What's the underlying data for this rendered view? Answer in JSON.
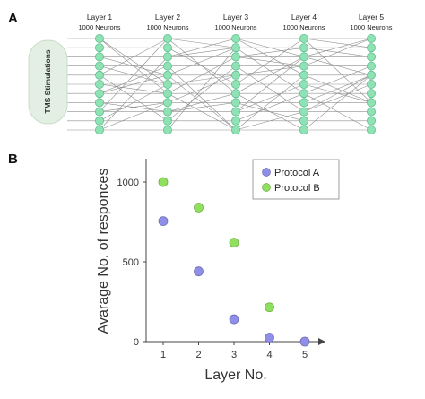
{
  "panel_a": {
    "letter": "A",
    "stimulus_label": "TMS Stimulations",
    "layers": [
      {
        "title": "Layer 1",
        "subtitle": "1000 Neurons"
      },
      {
        "title": "Layer 2",
        "subtitle": "1000 Neurons"
      },
      {
        "title": "Layer 3",
        "subtitle": "1000 Neurons"
      },
      {
        "title": "Layer 4",
        "subtitle": "1000 Neurons"
      },
      {
        "title": "Layer 5",
        "subtitle": "1000 Neurons"
      }
    ],
    "nodes_per_layer": 11,
    "colors": {
      "node_fill": "#8ee2b4",
      "node_stroke": "#5fbf8f",
      "edge": "#8f8f8f",
      "stim_box": "#e3efe3"
    }
  },
  "panel_b": {
    "letter": "B",
    "legend": {
      "series_a": "Protocol  A",
      "series_b": "Protocol  B"
    }
  },
  "chart_data": {
    "type": "scatter",
    "xlabel": "Layer No.",
    "ylabel": "Avarage No. of responces",
    "x_ticks": [
      "1",
      "2",
      "3",
      "4",
      "5"
    ],
    "y_ticks": [
      "0",
      "500",
      "1000"
    ],
    "xlim": [
      0.6,
      5.6
    ],
    "ylim": [
      -5,
      1100
    ],
    "legend_position": "top-right",
    "series": [
      {
        "name": "Protocol  A",
        "color": "#8f8ee8",
        "x": [
          1,
          2,
          3,
          4,
          5
        ],
        "y": [
          755,
          440,
          140,
          25,
          0
        ]
      },
      {
        "name": "Protocol  B",
        "color": "#90e060",
        "x": [
          1,
          2,
          3,
          4
        ],
        "y": [
          1000,
          840,
          620,
          215
        ]
      }
    ]
  }
}
